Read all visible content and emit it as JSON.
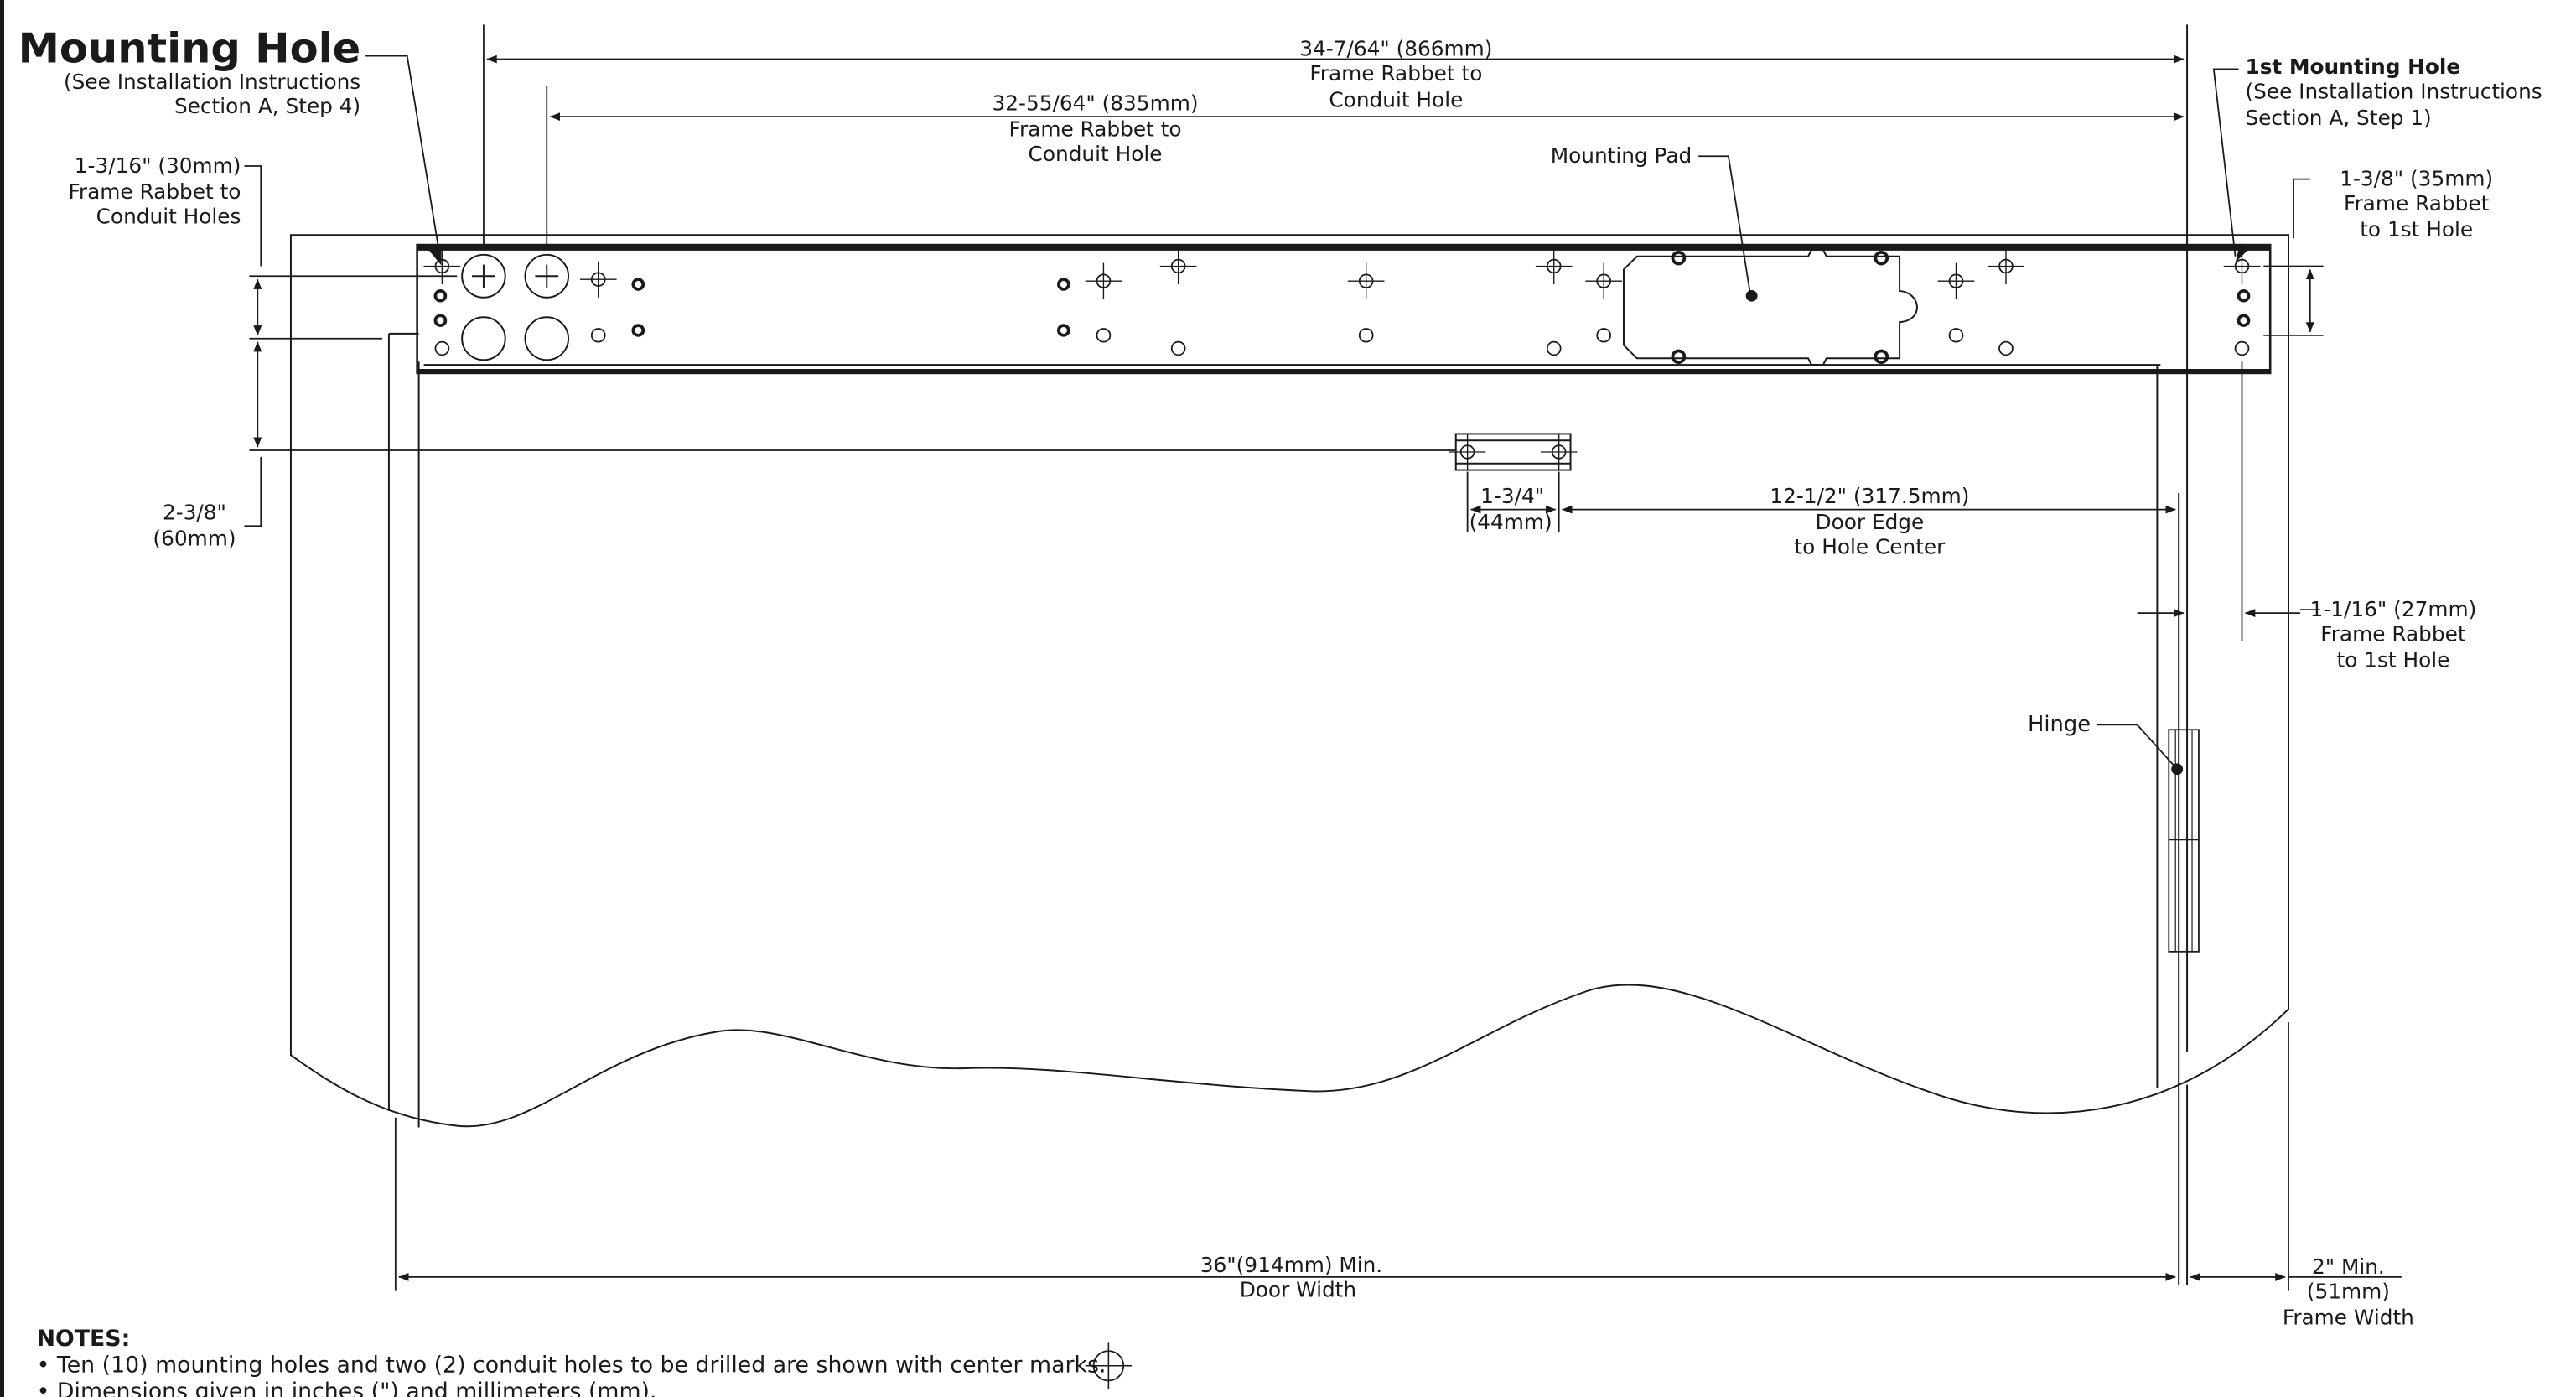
{
  "labels": {
    "second_hole": {
      "title": "2nd Mounting Hole",
      "line2": "(See Installation Instructions",
      "line3": "Section A, Step 4)"
    },
    "first_hole": {
      "title": "1st Mounting Hole",
      "line2": "(See Installation Instructions",
      "line3": "Section A, Step 1)"
    },
    "dim_866": {
      "line1": "34-7/64\" (866mm)",
      "line2": "Frame Rabbet to",
      "line3": "Conduit Hole"
    },
    "dim_835": {
      "line1": "32-55/64\" (835mm)",
      "line2": "Frame Rabbet to",
      "line3": "Conduit Hole"
    },
    "dim_30": {
      "line1": "1-3/16\" (30mm)",
      "line2": "Frame Rabbet to",
      "line3": "Conduit Holes"
    },
    "mounting_pad": "Mounting Pad",
    "dim_35": {
      "line1": "1-3/8\" (35mm)",
      "line2": "Frame Rabbet",
      "line3": "to 1st Hole"
    },
    "dim_60": {
      "line1": "2-3/8\"",
      "line2": "(60mm)"
    },
    "dim_44": {
      "line1": "1-3/4\"",
      "line2": "(44mm)"
    },
    "dim_317": {
      "line1": "12-1/2\" (317.5mm)",
      "line2": "Door Edge",
      "line3": "to Hole Center"
    },
    "dim_27": {
      "line1": "1-1/16\" (27mm)",
      "line2": "Frame Rabbet",
      "line3": "to 1st Hole"
    },
    "hinge": "Hinge",
    "door_width": {
      "line1": "36\"(914mm) Min.",
      "line2": "Door Width"
    },
    "frame_width": {
      "line1": "2\" Min.",
      "line2": "(51mm)",
      "line3": "Frame Width"
    }
  },
  "notes": {
    "title": "NOTES:",
    "items": [
      "• Ten (10) mounting holes and two (2) conduit holes to be drilled are shown with center marks.",
      "• Dimensions given in inches (\") and millimeters (mm)."
    ]
  },
  "colors": {
    "ink": "#1a1a1a",
    "background": "#ffffff"
  }
}
